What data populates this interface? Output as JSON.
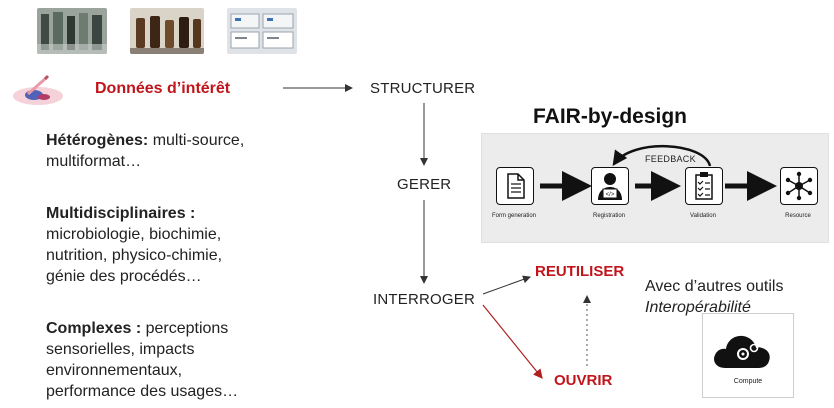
{
  "left": {
    "data_title": "Données d’intérêt",
    "heterogenes": {
      "bold": "Hétérogènes:",
      "rest_line1": " multi-source,",
      "line2": "multiformat…"
    },
    "multidisciplinaires": {
      "bold": "Multidisciplinaires :",
      "line1": "microbiologie, biochimie,",
      "line2": "nutrition, physico-chimie,",
      "line3": "génie des procédés…"
    },
    "complexes": {
      "bold": "Complexes :",
      "rest_line1": "  perceptions",
      "line1": "sensorielles, impacts",
      "line2": "environnementaux,",
      "line3": "performance des usages…"
    }
  },
  "flow": {
    "structurer": "STRUCTURER",
    "gerer": "GERER",
    "interroger": "INTERROGER",
    "reutiliser": "REUTILISER",
    "ouvrir": "OUVRIR"
  },
  "fair": {
    "title": "FAIR-by-design",
    "feedback": "FEEDBACK",
    "steps": [
      "Form generation",
      "Registration",
      "Validation",
      "Resource"
    ]
  },
  "right": {
    "line1": "Avec d’autres outils",
    "line2": "Interopérabilité",
    "compute_label": "Compute"
  },
  "colors": {
    "accent_red": "#c0151b",
    "panel_bg": "#ececec"
  },
  "icons": [
    "lab-photo-1",
    "lab-photo-2",
    "lab-photo-3",
    "petri-dish-icon",
    "document-icon",
    "coder-icon",
    "checklist-icon",
    "network-icon",
    "cloud-gear-icon"
  ]
}
